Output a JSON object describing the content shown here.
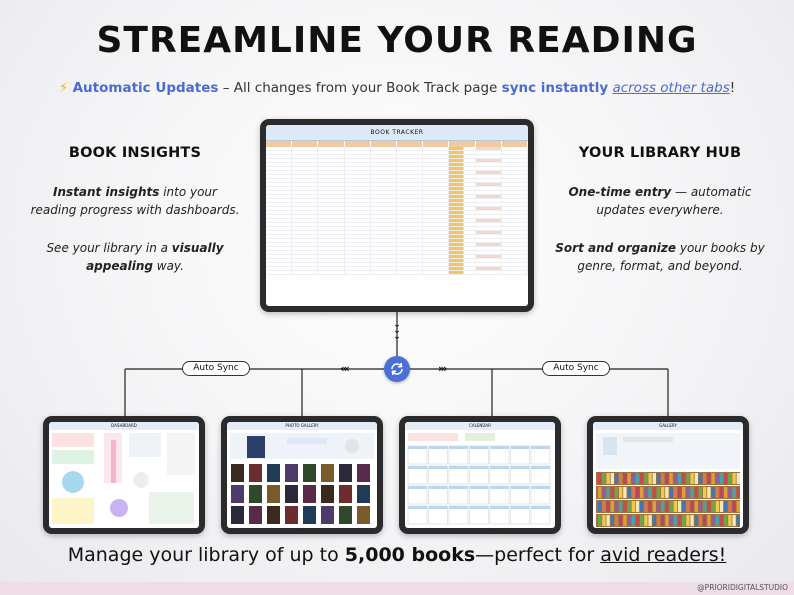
{
  "header": {
    "title": "STREAMLINE YOUR READING",
    "subtitle_lead": "Automatic Updates",
    "subtitle_mid": " – All changes from your Book Track page ",
    "subtitle_strong": "sync instantly",
    "subtitle_link": "across other tabs",
    "subtitle_end": "!"
  },
  "left_panel": {
    "heading": "BOOK INSIGHTS",
    "p1_bold": "Instant insights",
    "p1_rest": " into your reading progress with dashboards.",
    "p2_start": "See your library in a ",
    "p2_bold": "visually appealing",
    "p2_end": " way."
  },
  "right_panel": {
    "heading": "YOUR LIBRARY HUB",
    "p1_bold": "One-time entry",
    "p1_rest": " — automatic updates everywhere.",
    "p2_bold": "Sort and organize",
    "p2_rest": " your books by genre, format, and beyond."
  },
  "tracker": {
    "title": "BOOK TRACKER"
  },
  "sync": {
    "left_label": "Auto Sync",
    "right_label": "Auto Sync"
  },
  "tablets": {
    "dashboard": "DASHBOARD",
    "gallery": "PHOTO GALLERY",
    "calendar": "CALENDAR",
    "bookshelf": "GALLERY"
  },
  "bottom": {
    "start": "Manage your library of up to ",
    "bold": "5,000 books",
    "mid": "—perfect for ",
    "underlined": "avid readers!"
  },
  "footer": {
    "credit": "@PRIORIDIGITALSTUDIO"
  },
  "colors": {
    "accent": "#4b6bd1",
    "bolt": "#f2b51f",
    "footer_bg": "#efdde5"
  },
  "icons": [
    "lightning-icon",
    "sync-icon",
    "chevron-down-icon",
    "chevron-left-icon",
    "chevron-right-icon"
  ]
}
